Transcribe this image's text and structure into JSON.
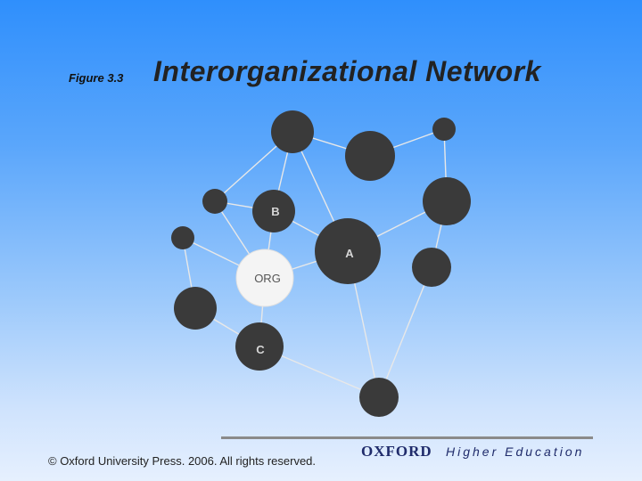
{
  "header": {
    "figure_label": "Figure 3.3",
    "title": "Interorganizational Network"
  },
  "diagram": {
    "node_labels": {
      "a": "A",
      "b": "B",
      "c": "C",
      "org": "ORG"
    }
  },
  "footer": {
    "copyright": "© Oxford University Press. 2006. All rights reserved.",
    "publisher": "OXFORD",
    "imprint": "Higher Education"
  },
  "colors": {
    "node_fill": "#3a3a3a",
    "org_fill": "#f4f4f4",
    "edge": "#e8e8e8"
  }
}
